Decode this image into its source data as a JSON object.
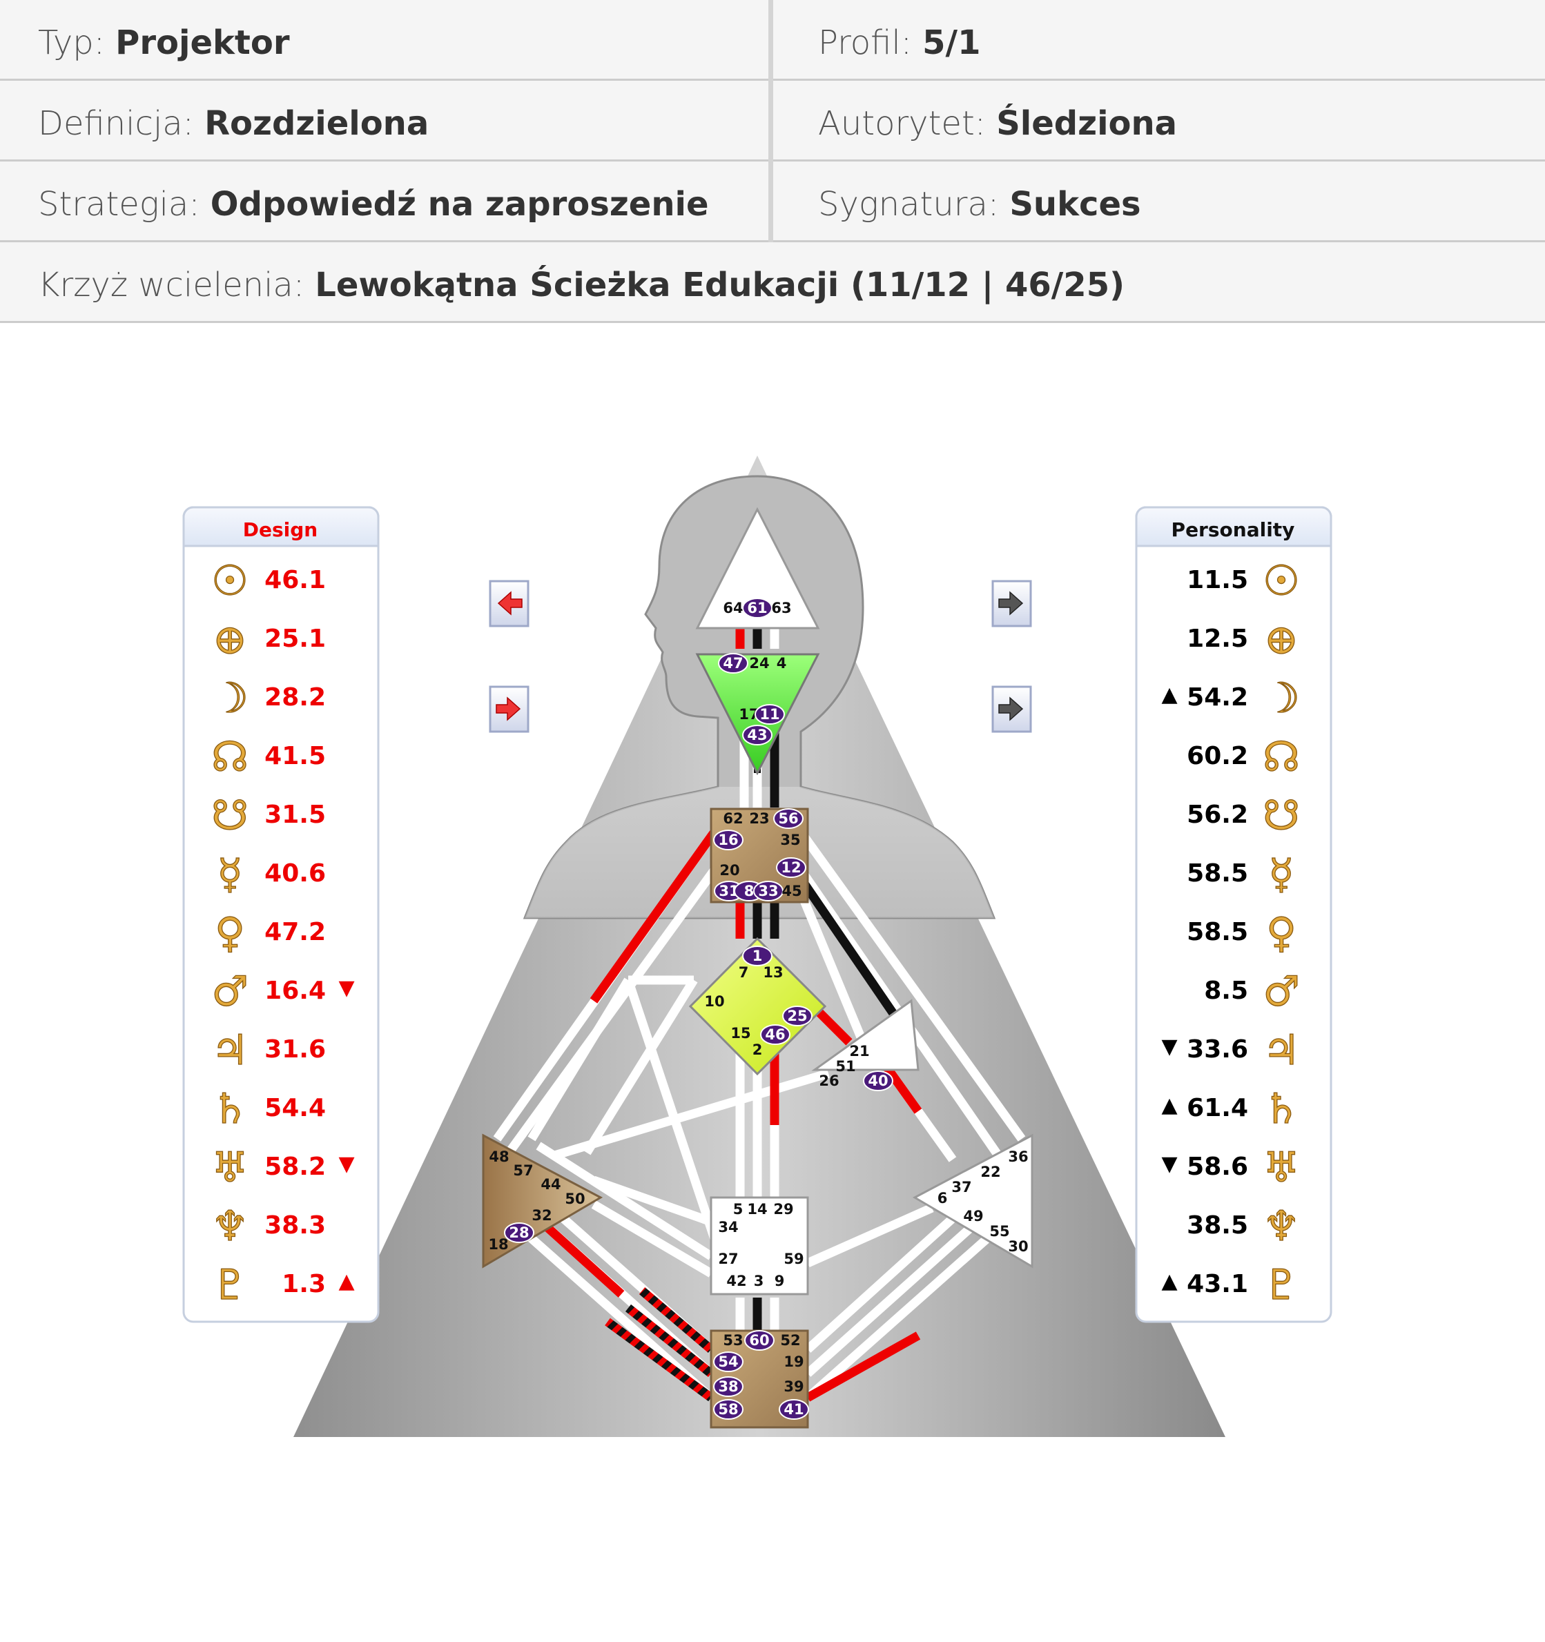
{
  "info": {
    "typ": {
      "label": "Typ:",
      "value": "Projektor"
    },
    "profil": {
      "label": "Profil:",
      "value": "5/1"
    },
    "definicja": {
      "label": "Definicja:",
      "value": "Rozdzielona"
    },
    "autorytet": {
      "label": "Autorytet:",
      "value": "Śledziona"
    },
    "strategia": {
      "label": "Strategia:",
      "value": "Odpowiedź na zaproszenie"
    },
    "sygnatura": {
      "label": "Sygnatura:",
      "value": "Sukces"
    },
    "krzyz": {
      "label": "Krzyż wcielenia:",
      "value": "Lewokątna Ścieżka Edukacji (11/12 | 46/25)"
    }
  },
  "colors": {
    "design": "#ee0000",
    "personality": "#000000",
    "gate_badge": "#4a1a7a",
    "planet_gold": "#e3a93a"
  },
  "design": {
    "title": "Design",
    "items": [
      {
        "icon": "sun-icon",
        "glyph": "☉",
        "value": "46.1",
        "arrow": ""
      },
      {
        "icon": "earth-icon",
        "glyph": "⊕",
        "value": "25.1",
        "arrow": ""
      },
      {
        "icon": "moon-icon",
        "glyph": "☽",
        "value": "28.2",
        "arrow": ""
      },
      {
        "icon": "north-node-icon",
        "glyph": "☊",
        "value": "41.5",
        "arrow": ""
      },
      {
        "icon": "south-node-icon",
        "glyph": "☋",
        "value": "31.5",
        "arrow": ""
      },
      {
        "icon": "mercury-icon",
        "glyph": "☿",
        "value": "40.6",
        "arrow": ""
      },
      {
        "icon": "venus-icon",
        "glyph": "♀",
        "value": "47.2",
        "arrow": ""
      },
      {
        "icon": "mars-icon",
        "glyph": "♂",
        "value": "16.4",
        "arrow": "▼"
      },
      {
        "icon": "jupiter-icon",
        "glyph": "♃",
        "value": "31.6",
        "arrow": ""
      },
      {
        "icon": "saturn-icon",
        "glyph": "♄",
        "value": "54.4",
        "arrow": ""
      },
      {
        "icon": "uranus-icon",
        "glyph": "♅",
        "value": "58.2",
        "arrow": "▼"
      },
      {
        "icon": "neptune-icon",
        "glyph": "♆",
        "value": "38.3",
        "arrow": ""
      },
      {
        "icon": "pluto-icon",
        "glyph": "♇",
        "value": "1.3",
        "arrow": "▲"
      }
    ]
  },
  "personality": {
    "title": "Personality",
    "items": [
      {
        "icon": "sun-icon",
        "glyph": "☉",
        "value": "11.5",
        "arrow": ""
      },
      {
        "icon": "earth-icon",
        "glyph": "⊕",
        "value": "12.5",
        "arrow": ""
      },
      {
        "icon": "moon-icon",
        "glyph": "☽",
        "value": "54.2",
        "arrow": "▲"
      },
      {
        "icon": "north-node-icon",
        "glyph": "☊",
        "value": "60.2",
        "arrow": ""
      },
      {
        "icon": "south-node-icon",
        "glyph": "☋",
        "value": "56.2",
        "arrow": ""
      },
      {
        "icon": "mercury-icon",
        "glyph": "☿",
        "value": "58.5",
        "arrow": ""
      },
      {
        "icon": "venus-icon",
        "glyph": "♀",
        "value": "58.5",
        "arrow": ""
      },
      {
        "icon": "mars-icon",
        "glyph": "♂",
        "value": "8.5",
        "arrow": ""
      },
      {
        "icon": "jupiter-icon",
        "glyph": "♃",
        "value": "33.6",
        "arrow": "▼"
      },
      {
        "icon": "saturn-icon",
        "glyph": "♄",
        "value": "61.4",
        "arrow": "▲"
      },
      {
        "icon": "uranus-icon",
        "glyph": "♅",
        "value": "58.6",
        "arrow": "▼"
      },
      {
        "icon": "neptune-icon",
        "glyph": "♆",
        "value": "38.5",
        "arrow": ""
      },
      {
        "icon": "pluto-icon",
        "glyph": "♇",
        "value": "43.1",
        "arrow": "▲"
      }
    ]
  },
  "gates": {
    "head": [
      "64",
      "61",
      "63"
    ],
    "ajna": [
      "47",
      "24",
      "4",
      "17",
      "11",
      "43"
    ],
    "throat": [
      "62",
      "23",
      "56",
      "16",
      "35",
      "20",
      "12",
      "31",
      "8",
      "33",
      "45"
    ],
    "g": [
      "1",
      "7",
      "13",
      "10",
      "25",
      "15",
      "46",
      "2"
    ],
    "ego": [
      "21",
      "51",
      "26",
      "40"
    ],
    "spleen": [
      "48",
      "57",
      "44",
      "50",
      "32",
      "28",
      "18"
    ],
    "sacral": [
      "5",
      "14",
      "29",
      "34",
      "27",
      "59",
      "42",
      "3",
      "9"
    ],
    "solar": [
      "36",
      "22",
      "37",
      "6",
      "49",
      "55",
      "30"
    ],
    "root": [
      "53",
      "60",
      "52",
      "54",
      "19",
      "38",
      "39",
      "58",
      "41"
    ]
  },
  "active_gates": [
    "61",
    "47",
    "11",
    "43",
    "56",
    "16",
    "12",
    "31",
    "8",
    "33",
    "1",
    "25",
    "46",
    "40",
    "28",
    "60",
    "54",
    "38",
    "58",
    "41"
  ]
}
